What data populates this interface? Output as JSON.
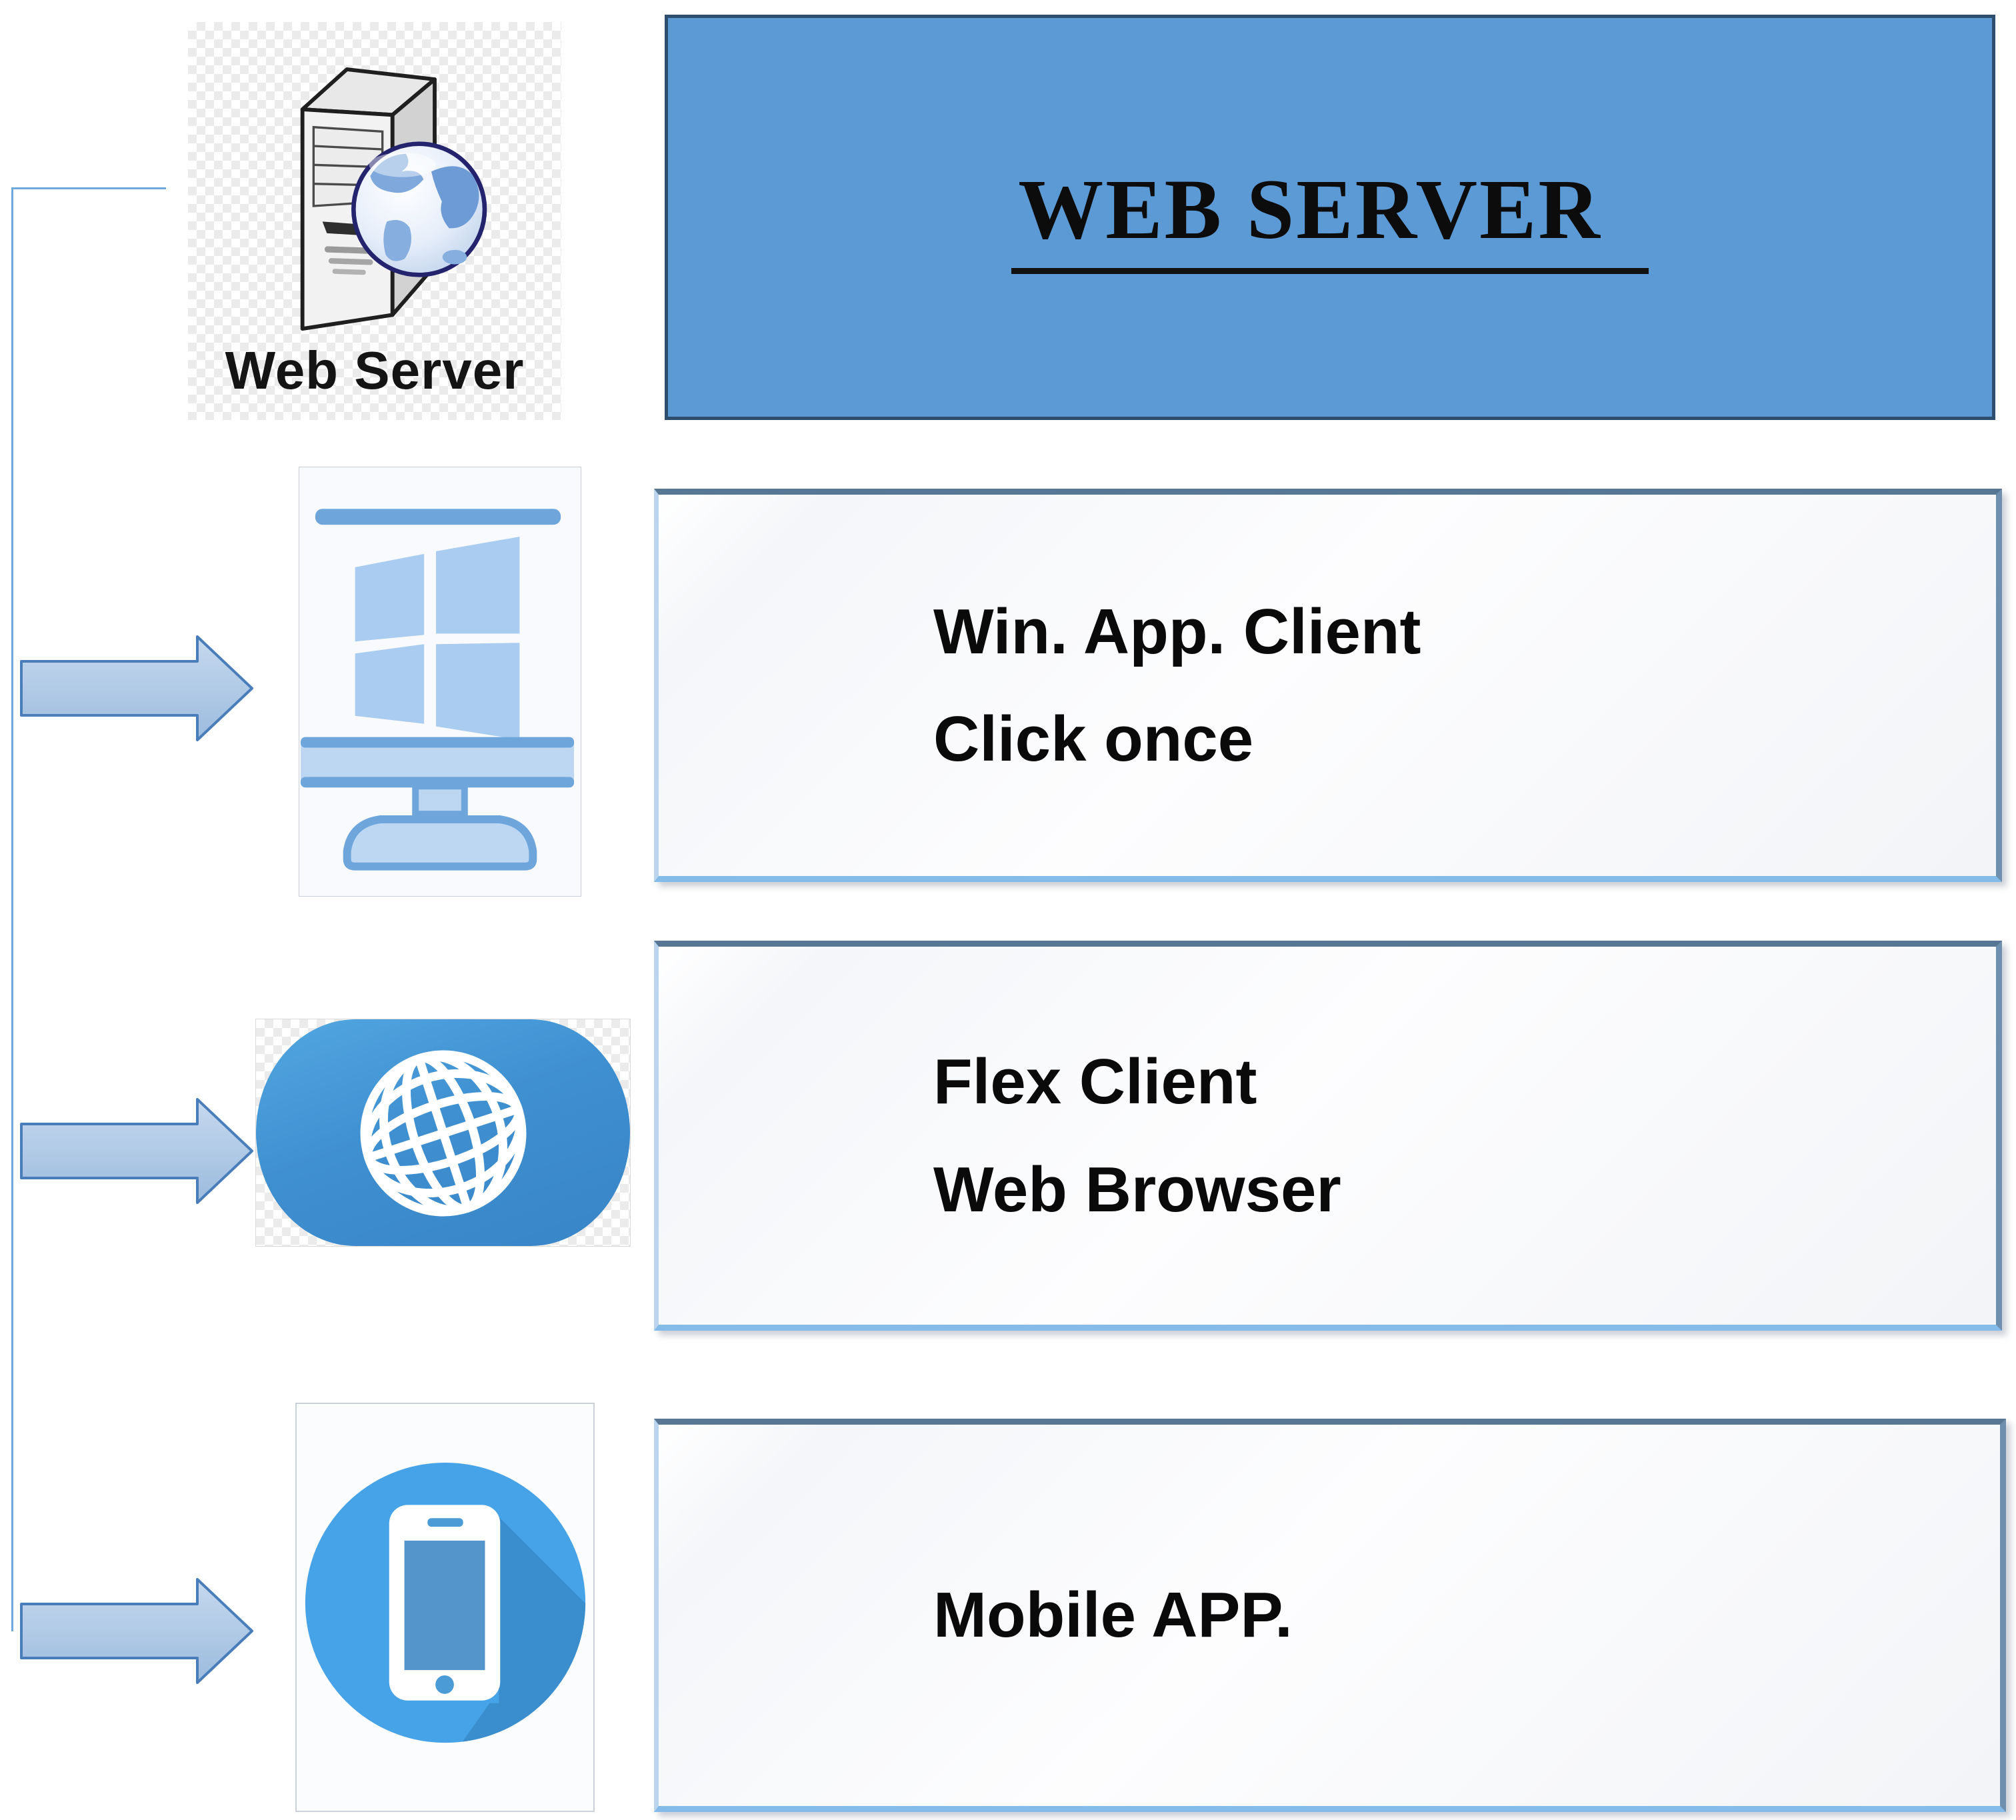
{
  "web_server_icon": {
    "label": "Web Server"
  },
  "title_box": {
    "title": "WEB SERVER"
  },
  "clients": [
    {
      "id": "win-app-client",
      "lines": [
        "Win. App. Client",
        "Click once"
      ]
    },
    {
      "id": "flex-client",
      "lines": [
        "Flex Client",
        "Web Browser"
      ]
    },
    {
      "id": "mobile-app",
      "lines": [
        "Mobile APP."
      ]
    }
  ],
  "icons": [
    "server-tower-globe-icon",
    "windows-monitor-icon",
    "browser-globe-icon",
    "mobile-phone-icon",
    "arrow-right-icon"
  ],
  "colors": {
    "title_fill": "#5b9ad4",
    "title_border": "#2e4e6e",
    "arrow_fill": "#aec8e6",
    "arrow_border": "#4a7ebb",
    "connector_line": "#6fa8dc",
    "box_border_top": "#587795",
    "box_border_bottom": "#85bbe9",
    "icon_blue": "#6ea6dc",
    "icon_light_blue": "#bdd7f2",
    "circle_blue": "#47a3e7",
    "barrel_blue": "#3e8fd0",
    "text_black": "#0c0c0c"
  }
}
